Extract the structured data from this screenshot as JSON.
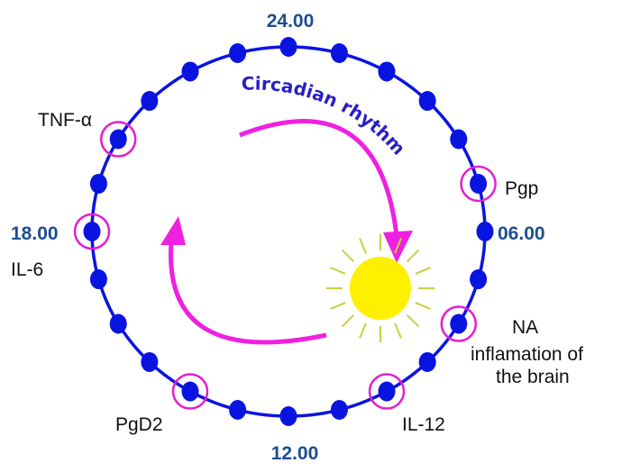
{
  "title": "Circadian rhythm",
  "hours": {
    "top": "24.00",
    "right": "06.00",
    "bottom": "12.00",
    "left": "18.00"
  },
  "dot_count": 24,
  "markers": [
    {
      "hour": 20,
      "label": "TNF-α"
    },
    {
      "hour": 18,
      "label": "IL-6"
    },
    {
      "hour": 5,
      "label": "Pgp"
    },
    {
      "hour": 8,
      "label": "NA",
      "sublabel_1": "inflamation of",
      "sublabel_2": "the brain"
    },
    {
      "hour": 10,
      "label": "IL-12"
    },
    {
      "hour": 14,
      "label": "PgD2"
    }
  ],
  "colors": {
    "ring": "#0a14e0",
    "marker": "#e020d0",
    "arrow": "#f020e0",
    "sun": "#fff000",
    "rays": "#c8d040",
    "moon": "#fff000"
  }
}
